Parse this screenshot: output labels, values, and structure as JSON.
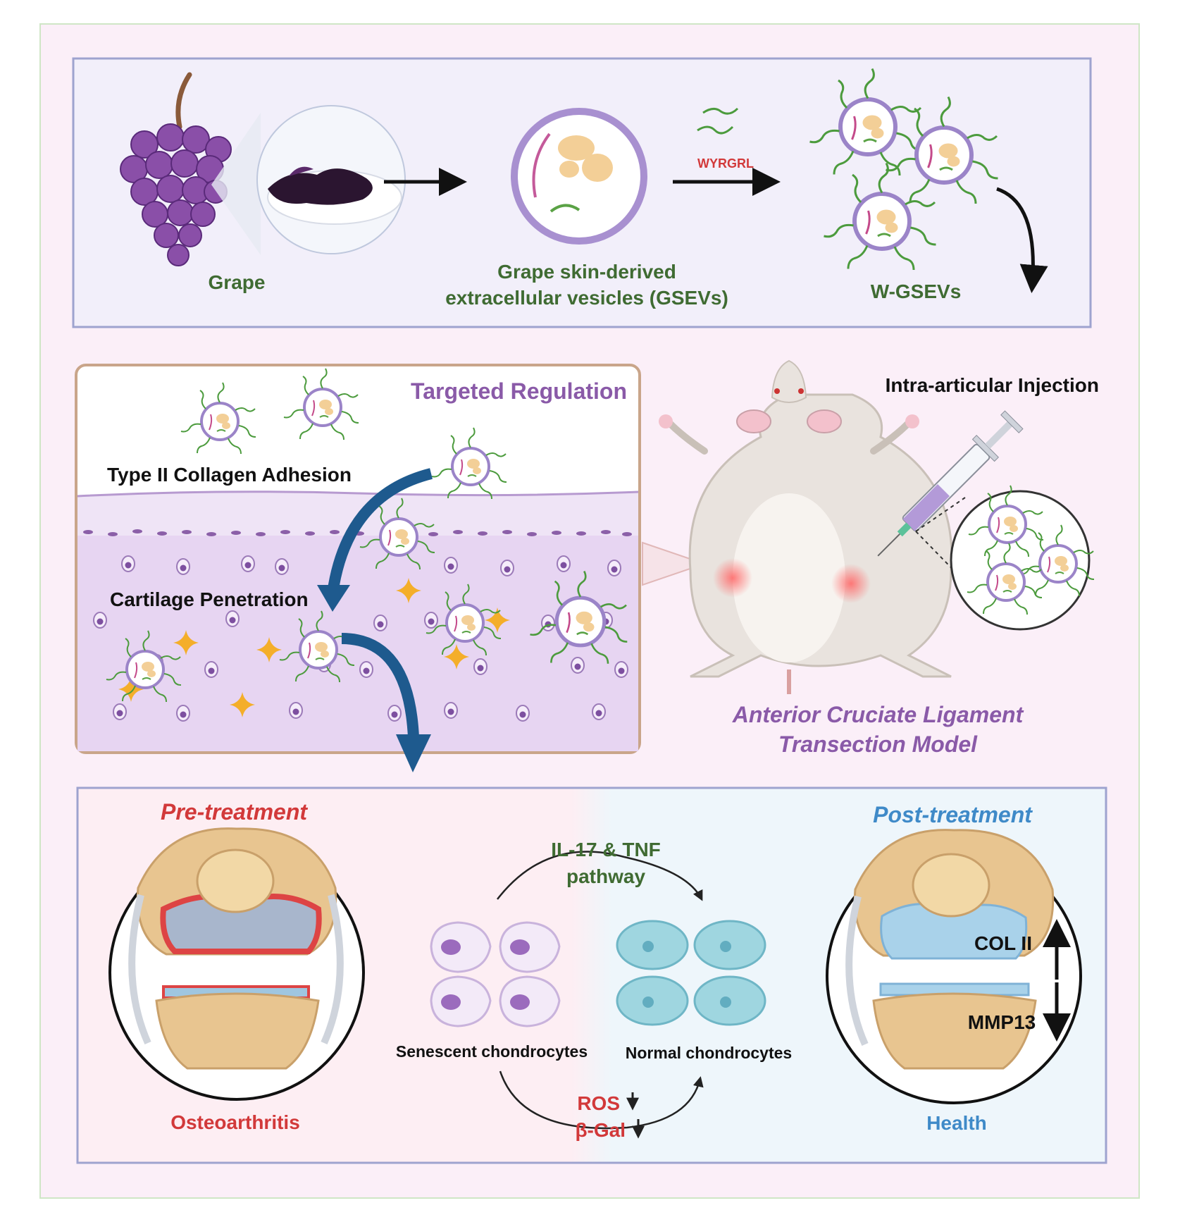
{
  "top_panel": {
    "grape_label": "Grape",
    "gsev_label_line1": "Grape skin-derived",
    "gsev_label_line2": "extracellular vesicles (GSEVs)",
    "peptide_label": "WYRGRL",
    "wgsev_label": "W-GSEVs"
  },
  "middle_panel": {
    "targeted_regulation": "Targeted Regulation",
    "collagen_adhesion": "Type II  Collagen Adhesion",
    "cartilage_penetration": "Cartilage Penetration",
    "injection_label": "Intra-articular Injection",
    "model_line1": "Anterior Cruciate Ligament",
    "model_line2": "Transection Model"
  },
  "bottom_panel": {
    "pre_treatment": "Pre-treatment",
    "post_treatment": "Post-treatment",
    "pathway_line1": "IL-17 & TNF",
    "pathway_line2": "pathway",
    "senescent": "Senescent chondrocytes",
    "normal": "Normal chondrocytes",
    "ros": "ROS",
    "bgal": "β-Gal",
    "col2": "COL II",
    "mmp13": "MMP13",
    "osteoarthritis": "Osteoarthritis",
    "health": "Health"
  },
  "colors": {
    "label_green": "#3f6b32",
    "label_purple": "#8a5aa8",
    "label_red": "#d2393a",
    "label_blue": "#3f8ac8",
    "arrow_blue": "#1e5a8e",
    "cartilage_purple": "#e7d5f2",
    "star_orange": "#f4ae2a"
  }
}
